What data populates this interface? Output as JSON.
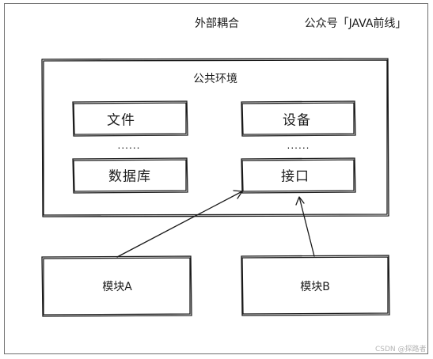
{
  "diagram": {
    "title": "外部耦合",
    "account": "公众号「JAVA前线」",
    "container_label": "公共环境",
    "boxes": {
      "file": "文件",
      "device": "设备",
      "database": "数据库",
      "interface": "接口"
    },
    "ellipsis_left": "......",
    "ellipsis_right": "......",
    "modules": {
      "a": "模块A",
      "b": "模块B"
    },
    "watermark": "CSDN @探路者",
    "edges": [
      {
        "from": "模块A",
        "to": "接口"
      },
      {
        "from": "模块B",
        "to": "接口"
      }
    ]
  }
}
